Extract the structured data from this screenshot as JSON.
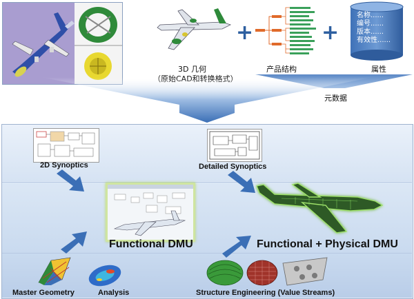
{
  "top": {
    "geometry_label_line1": "3D 几何",
    "geometry_label_line2": "（原始CAD和转换格式）",
    "product_structure_label": "产品结构",
    "attributes_label": "属性",
    "metadata_label": "元数据",
    "attribute_items": [
      "名称......",
      "编号......",
      "版本......",
      "有效性......"
    ]
  },
  "bottom": {
    "synoptics_2d_label": "2D Synoptics",
    "detailed_synoptics_label": "Detailed Synoptics",
    "functional_dmu_label": "Functional DMU",
    "functional_physical_dmu_label": "Functional + Physical DMU",
    "master_geometry_label": "Master Geometry",
    "analysis_label": "Analysis",
    "structure_engineering_label": "Structure Engineering (Value Streams)"
  },
  "colors": {
    "accent_blue": "#2d5fa0",
    "band_light": "#dbe7f5",
    "band_mid": "#c4d6ee",
    "arrow_blue": "#3b6fb6",
    "green_glow": "#7fd35a"
  }
}
